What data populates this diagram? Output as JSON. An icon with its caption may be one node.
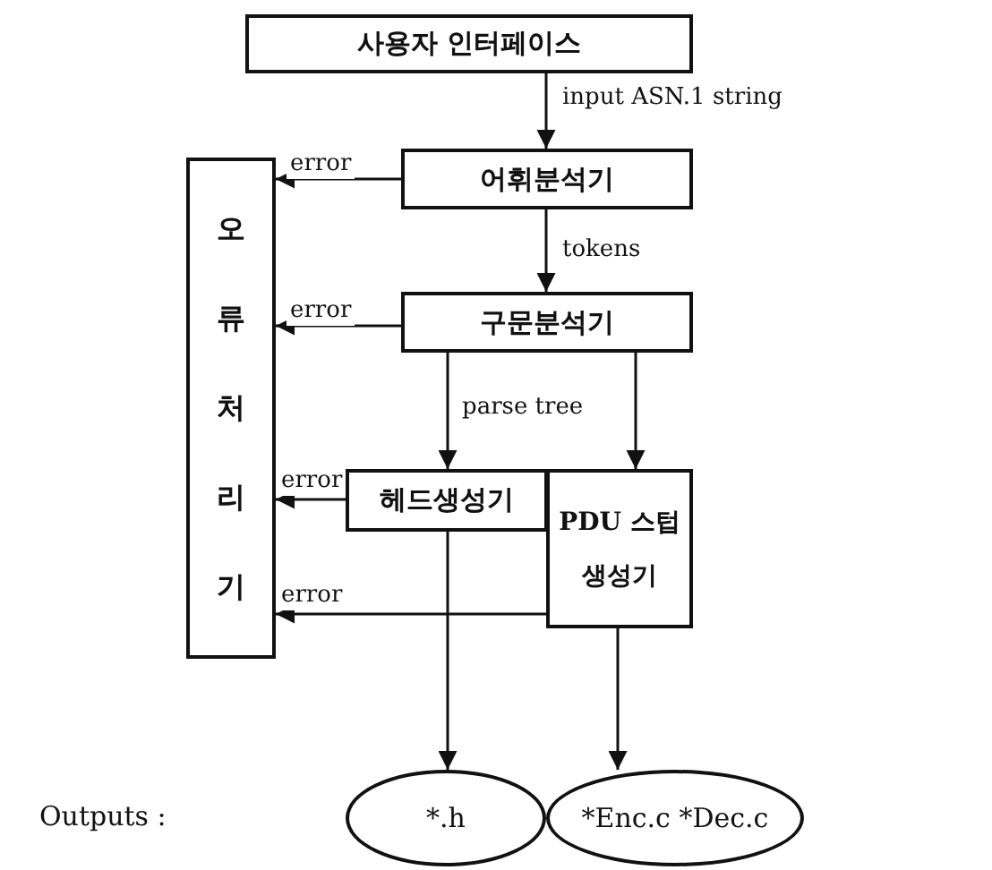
{
  "diagram": {
    "nodes": [
      {
        "text": [
          "사용자 인터페이스"
        ]
      },
      {
        "text": [
          "어휘분석기"
        ]
      },
      {
        "text": [
          "구문분석기"
        ]
      },
      {
        "text": [
          "오류처리기"
        ]
      },
      {
        "text": [
          "헤드생성기"
        ]
      },
      {
        "text": [
          "PDU 스텁 생성기"
        ]
      },
      {
        "text": [
          "*.h"
        ]
      },
      {
        "text": [
          "*Enc.c *Dec.c"
        ]
      }
    ],
    "edges": [
      {
        "from": 0,
        "to": 1,
        "arrow": "to",
        "label": "input ASN.1 string"
      },
      {
        "from": 1,
        "to": 3,
        "arrow": "to",
        "label": "error"
      },
      {
        "from": 1,
        "to": 2,
        "arrow": "to",
        "label": "tokens"
      },
      {
        "from": 2,
        "to": 3,
        "arrow": "to",
        "label": "error"
      },
      {
        "from": 2,
        "to": 4,
        "arrow": "to",
        "label": "parse tree"
      },
      {
        "from": 2,
        "to": 5,
        "arrow": "to"
      },
      {
        "from": 4,
        "to": 3,
        "arrow": "to",
        "label": "error"
      },
      {
        "from": 5,
        "to": 3,
        "arrow": "to",
        "label": "error"
      },
      {
        "from": 4,
        "to": 6,
        "arrow": "to"
      },
      {
        "from": 5,
        "to": 7,
        "arrow": "to"
      }
    ],
    "labels": [
      "Outputs :"
    ]
  }
}
